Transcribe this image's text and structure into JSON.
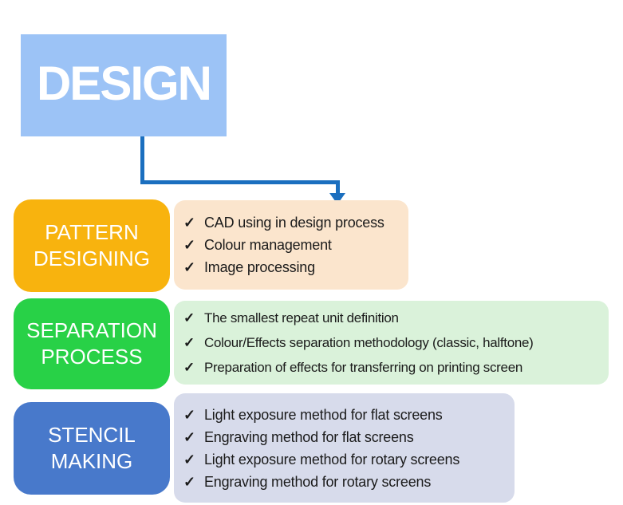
{
  "design": {
    "label": "DESIGN"
  },
  "icons": {
    "check": "✓"
  },
  "colors": {
    "design_fill": "#9CC3F6",
    "arrow": "#1B6FBF",
    "stage_pattern_designing": "#F8B30E",
    "stage_separation_process": "#28D147",
    "stage_stencil_making": "#4879CB",
    "detail_pattern_designing": "#FBE5CD",
    "detail_separation_process": "#DAF2DA",
    "detail_stencil_making": "#D7DBEB",
    "text_dark": "#1b1b1b",
    "text_light": "#ffffff"
  },
  "rows": [
    {
      "title": "PATTERN DESIGNING",
      "items": [
        "CAD using in design process",
        "Colour management",
        "Image processing"
      ]
    },
    {
      "title": "SEPARATION PROCESS",
      "items": [
        "The smallest repeat unit definition",
        "Colour/Effects separation methodology (classic, halftone)",
        "Preparation of effects for transferring on printing screen"
      ]
    },
    {
      "title": "STENCIL MAKING",
      "items": [
        "Light exposure method for flat screens",
        "Engraving method for flat screens",
        "Light exposure method for rotary screens",
        "Engraving method for rotary screens"
      ]
    }
  ]
}
